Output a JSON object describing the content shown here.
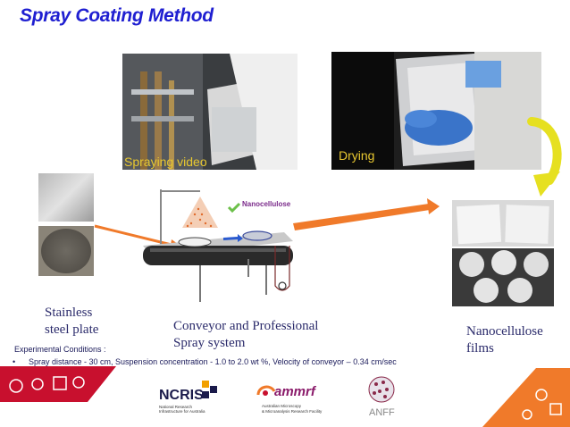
{
  "title": "Spray Coating Method",
  "photos": {
    "spraying_label": "Spraying video",
    "drying_label": "Drying"
  },
  "diagram": {
    "nanocellulose_tag": "Nanocellulose"
  },
  "labels": {
    "stainless_line1": "Stainless",
    "stainless_line2": "steel plate",
    "conveyor_line1": "Conveyor and Professional",
    "conveyor_line2": "Spray system",
    "films_line1": "Nanocellulose",
    "films_line2": "films"
  },
  "conditions": {
    "heading": "Experimental Conditions :",
    "bullet": "•",
    "text": "Spray distance - 30 cm, Suspension concentration  - 1.0 to 2.0 wt %, Velocity of conveyor – 0.34 cm/sec"
  },
  "logos": {
    "ncris": "NCRIS",
    "ncris_sub1": "National Research",
    "ncris_sub2": "Infrastructure for Australia",
    "ammrf": "ammrf",
    "ammrf_sub1": "Australian Microscopy",
    "ammrf_sub2": "& Microanalysis Research Facility",
    "anff": "ANFF"
  },
  "colors": {
    "title": "#1f1fd1",
    "arrow_orange": "#f07a2a",
    "arrow_yellow": "#e6e020",
    "photo_label": "#e8c830"
  }
}
